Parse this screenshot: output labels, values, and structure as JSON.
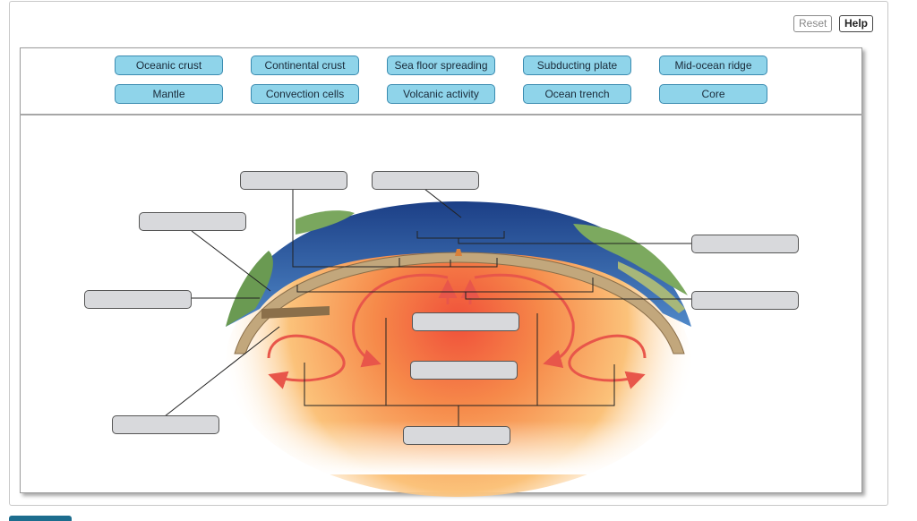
{
  "toolbar": {
    "reset_label": "Reset",
    "help_label": "Help"
  },
  "labels": [
    "Oceanic crust",
    "Continental crust",
    "Sea floor spreading",
    "Subducting plate",
    "Mid-ocean ridge",
    "Mantle",
    "Convection cells",
    "Volcanic activity",
    "Ocean trench",
    "Core"
  ],
  "drop_targets": [
    {
      "name": "target-top-left"
    },
    {
      "name": "target-top-center"
    },
    {
      "name": "target-upper-left"
    },
    {
      "name": "target-right-upper"
    },
    {
      "name": "target-left-middle"
    },
    {
      "name": "target-right-lower"
    },
    {
      "name": "target-center-upper"
    },
    {
      "name": "target-center-lower"
    },
    {
      "name": "target-bottom-left"
    },
    {
      "name": "target-bottom-center"
    }
  ],
  "colors": {
    "label_fill": "#8fd4ea",
    "label_border": "#3a8bb0",
    "target_fill": "#d8d9dc",
    "arrow": "#e8564a"
  }
}
